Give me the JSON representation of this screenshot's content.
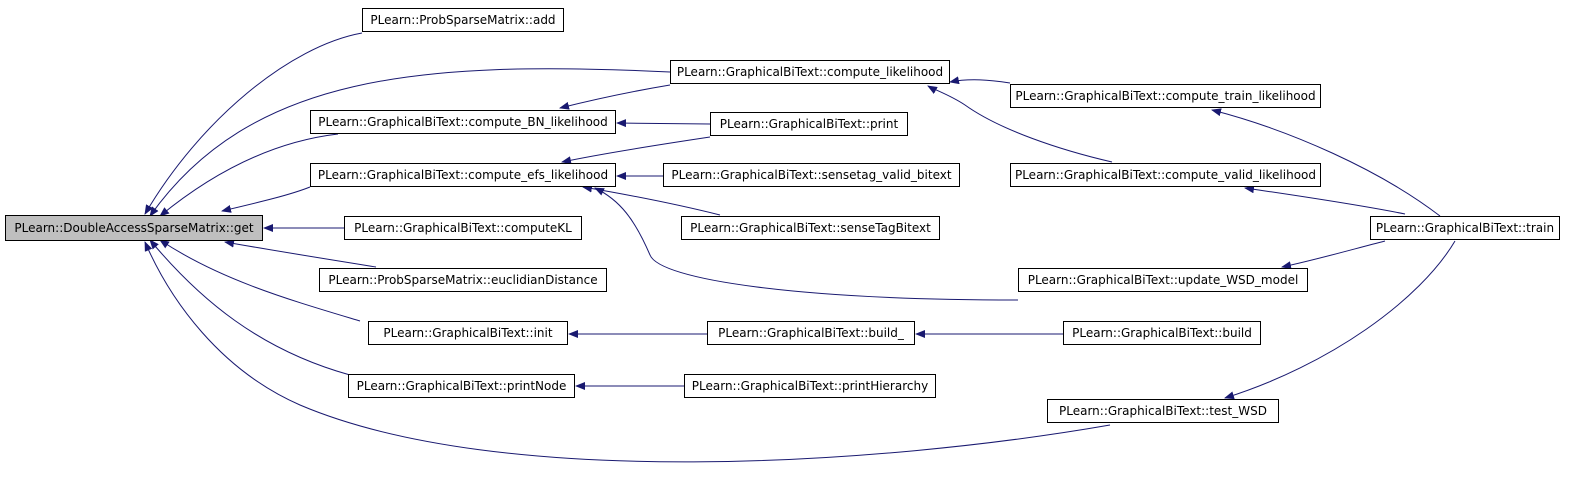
{
  "colors": {
    "edge": "#191970",
    "root_fill": "#bfbfbf",
    "node_fill": "#ffffff",
    "node_border": "#000000"
  },
  "nodes": {
    "get": "PLearn::DoubleAccessSparseMatrix::get",
    "add": "PLearn::ProbSparseMatrix::add",
    "compute_bn": "PLearn::GraphicalBiText::compute_BN_likelihood",
    "compute_efs": "PLearn::GraphicalBiText::compute_efs_likelihood",
    "computekl": "PLearn::GraphicalBiText::computeKL",
    "euclid": "PLearn::ProbSparseMatrix::euclidianDistance",
    "init": "PLearn::GraphicalBiText::init",
    "printnode": "PLearn::GraphicalBiText::printNode",
    "compute_lik": "PLearn::GraphicalBiText::compute_likelihood",
    "print": "PLearn::GraphicalBiText::print",
    "sensetag_valid": "PLearn::GraphicalBiText::sensetag_valid_bitext",
    "sensetagbitext": "PLearn::GraphicalBiText::senseTagBitext",
    "build_": "PLearn::GraphicalBiText::build_",
    "printhier": "PLearn::GraphicalBiText::printHierarchy",
    "train_lik": "PLearn::GraphicalBiText::compute_train_likelihood",
    "valid_lik": "PLearn::GraphicalBiText::compute_valid_likelihood",
    "update_wsd": "PLearn::GraphicalBiText::update_WSD_model",
    "build": "PLearn::GraphicalBiText::build",
    "test_wsd": "PLearn::GraphicalBiText::test_WSD",
    "train": "PLearn::GraphicalBiText::train"
  }
}
